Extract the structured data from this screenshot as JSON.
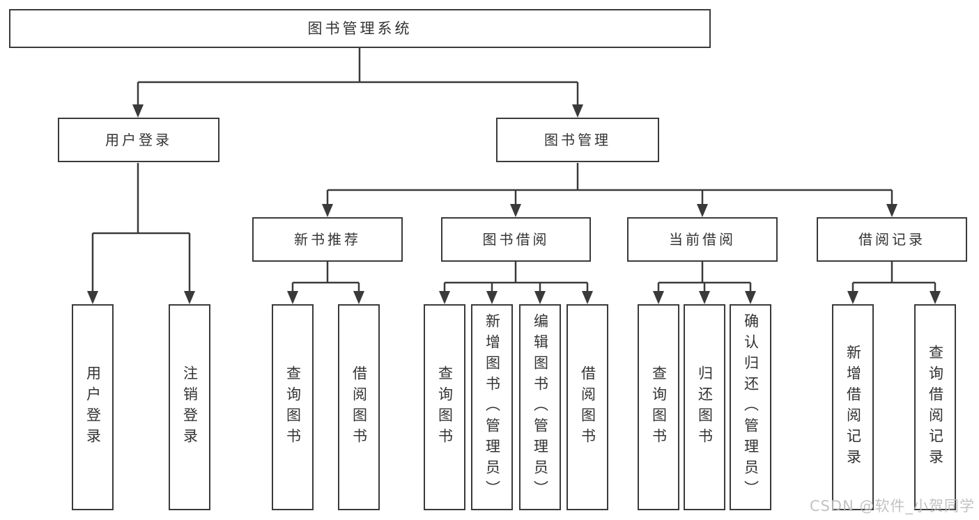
{
  "nodes": {
    "root": "图书管理系统",
    "userLogin": "用户登录",
    "bookManagement": "图书管理",
    "newBooks": "新书推荐",
    "bookBorrowing": "图书借阅",
    "currentBorrowing": "当前借阅",
    "borrowRecords": "借阅记录",
    "userLoginLeaf": "用户登录",
    "logoutLeaf": "注销登录",
    "queryBooks1": "查询图书",
    "borrowBooks1": "借阅图书",
    "queryBooks2": "查询图书",
    "addBooksAdmin": "新增图书（管理员）",
    "editBooksAdmin": "编辑图书（管理员）",
    "borrowBooks2": "借阅图书",
    "queryBooks3": "查询图书",
    "returnBooks": "归还图书",
    "confirmReturnAdmin": "确认归还（管理员）",
    "addBorrowRecord": "新增借阅记录",
    "queryBorrowRecord": "查询借阅记录"
  },
  "watermark": "CSDN @软件_小贺同学",
  "colors": {
    "line": "#3a3a3a",
    "text": "#333333",
    "watermark": "#bcbcbc",
    "background": "#ffffff"
  }
}
